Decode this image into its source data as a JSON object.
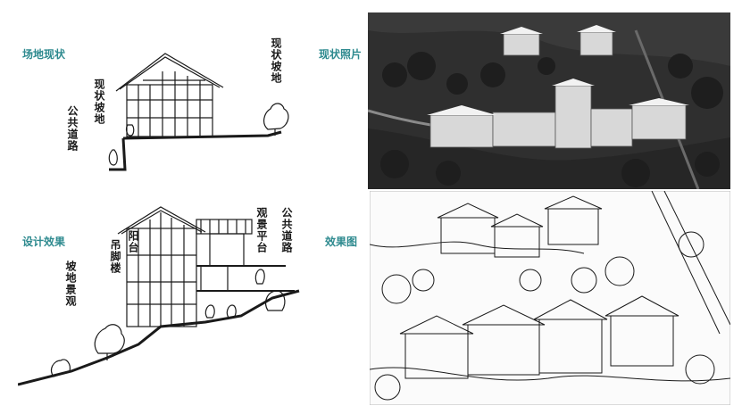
{
  "labels": {
    "site_status": "场地现状",
    "status_photo": "现状照片",
    "design_effect": "设计效果",
    "effect_drawing": "效果图"
  },
  "top_section": {
    "existing_slope_top": "现状坡地",
    "existing_slope_left": "现状坡地",
    "public_road": "公共道路"
  },
  "bottom_section": {
    "balcony": "阳台",
    "stilt_house": "吊脚楼",
    "slope_landscape": "坡地景观",
    "viewing_platform": "观景平台",
    "public_road": "公共道路"
  },
  "colors": {
    "label_teal": "#2e8a8f",
    "photo_dark": "#2f2f2f",
    "ink": "#1a1a1a"
  }
}
